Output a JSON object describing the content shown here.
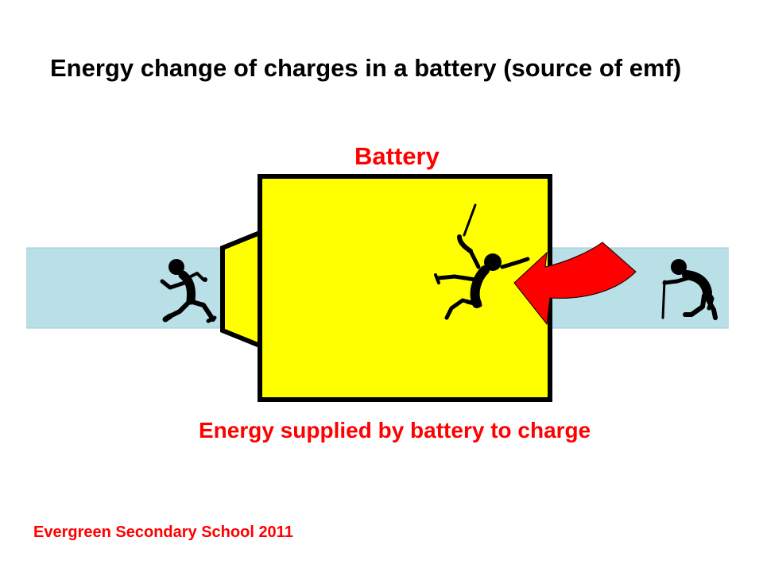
{
  "title": "Energy change of charges in a battery (source of emf)",
  "diagram": {
    "battery_label": "Battery",
    "energy_label": "Energy supplied by battery to charge",
    "colors": {
      "wire": "#b9e0e6",
      "battery_fill": "#ffff00",
      "battery_outline": "#000000",
      "arrow": "#ff0000",
      "label": "#ff0000"
    },
    "figures": [
      "running-charge-figure",
      "climbing-charge-figure",
      "tired-charge-figure-with-cane"
    ]
  },
  "footer": "Evergreen Secondary School 2011"
}
